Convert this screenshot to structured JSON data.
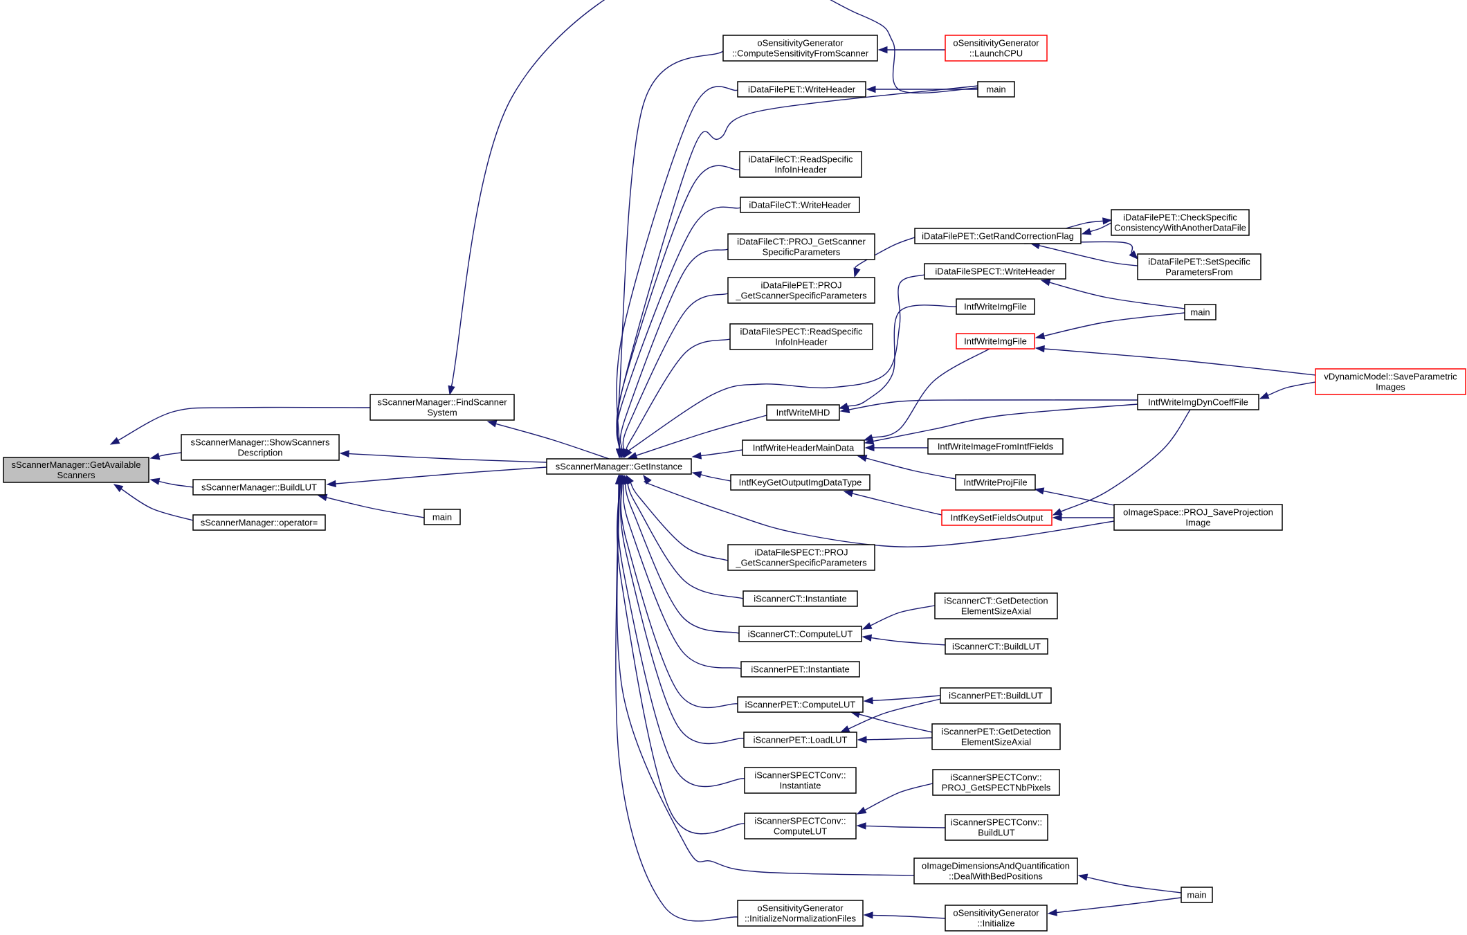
{
  "title": "",
  "nodes": [
    {
      "id": "root",
      "lines": [
        "sScannerManager::GetAvailable",
        "Scanners"
      ],
      "root": true
    },
    {
      "id": "findscanner",
      "lines": [
        "sScannerManager::FindScanner",
        "System"
      ]
    },
    {
      "id": "showscanners",
      "lines": [
        "sScannerManager::ShowScanners",
        "Description"
      ]
    },
    {
      "id": "buildlut",
      "lines": [
        "sScannerManager::BuildLUT"
      ]
    },
    {
      "id": "operator",
      "lines": [
        "sScannerManager::operator="
      ]
    },
    {
      "id": "main_buildlut",
      "lines": [
        "main"
      ]
    },
    {
      "id": "getinstance",
      "lines": [
        "sScannerManager::GetInstance"
      ]
    },
    {
      "id": "osens_compute",
      "lines": [
        "oSensitivityGenerator",
        "::ComputeSensitivityFromScanner"
      ]
    },
    {
      "id": "osens_launch",
      "lines": [
        "oSensitivityGenerator",
        "::LaunchCPU"
      ],
      "red": true
    },
    {
      "id": "main_top",
      "lines": [
        "main"
      ]
    },
    {
      "id": "pet_writeheader",
      "lines": [
        "iDataFilePET::WriteHeader"
      ]
    },
    {
      "id": "ct_readspecific",
      "lines": [
        "iDataFileCT::ReadSpecific",
        "InfoInHeader"
      ]
    },
    {
      "id": "ct_writeheader",
      "lines": [
        "iDataFileCT::WriteHeader"
      ]
    },
    {
      "id": "ct_proj",
      "lines": [
        "iDataFileCT::PROJ_GetScanner",
        "SpecificParameters"
      ]
    },
    {
      "id": "pet_proj",
      "lines": [
        "iDataFilePET::PROJ",
        "_GetScannerSpecificParameters"
      ]
    },
    {
      "id": "spect_readspecific",
      "lines": [
        "iDataFileSPECT::ReadSpecific",
        "InfoInHeader"
      ]
    },
    {
      "id": "intf_writemhd",
      "lines": [
        "IntfWriteMHD"
      ]
    },
    {
      "id": "intf_writeheadermain",
      "lines": [
        "IntfWriteHeaderMainData"
      ]
    },
    {
      "id": "intfkey_getoutput",
      "lines": [
        "IntfKeyGetOutputImgDataType"
      ]
    },
    {
      "id": "spect_proj",
      "lines": [
        "iDataFileSPECT::PROJ",
        "_GetScannerSpecificParameters"
      ]
    },
    {
      "id": "ct_instantiate",
      "lines": [
        "iScannerCT::Instantiate"
      ]
    },
    {
      "id": "ct_computelut",
      "lines": [
        "iScannerCT::ComputeLUT"
      ]
    },
    {
      "id": "pet_instantiate",
      "lines": [
        "iScannerPET::Instantiate"
      ]
    },
    {
      "id": "pet_computelut",
      "lines": [
        "iScannerPET::ComputeLUT"
      ]
    },
    {
      "id": "pet_loadlut",
      "lines": [
        "iScannerPET::LoadLUT"
      ]
    },
    {
      "id": "spectconv_instantiate",
      "lines": [
        "iScannerSPECTConv::",
        "Instantiate"
      ]
    },
    {
      "id": "spectconv_computelut",
      "lines": [
        "iScannerSPECTConv::",
        "ComputeLUT"
      ]
    },
    {
      "id": "osens_initnorm",
      "lines": [
        "oSensitivityGenerator",
        "::InitializeNormalizationFiles"
      ]
    },
    {
      "id": "pet_getrand",
      "lines": [
        "iDataFilePET::GetRandCorrectionFlag"
      ]
    },
    {
      "id": "pet_checkspecific",
      "lines": [
        "iDataFilePET::CheckSpecific",
        "ConsistencyWithAnotherDataFile"
      ]
    },
    {
      "id": "pet_setspecific",
      "lines": [
        "iDataFilePET::SetSpecific",
        "ParametersFrom"
      ]
    },
    {
      "id": "spect_writeheader",
      "lines": [
        "iDataFileSPECT::WriteHeader"
      ]
    },
    {
      "id": "main_mid",
      "lines": [
        "main"
      ]
    },
    {
      "id": "intf_writeimgfile1",
      "lines": [
        "IntfWriteImgFile"
      ]
    },
    {
      "id": "intf_writeimgfile2",
      "lines": [
        "IntfWriteImgFile"
      ],
      "red": true
    },
    {
      "id": "vdyn_save",
      "lines": [
        "vDynamicModel::SaveParametric",
        "Images"
      ],
      "red": true
    },
    {
      "id": "intf_dyncoeff",
      "lines": [
        "IntfWriteImgDynCoeffFile"
      ]
    },
    {
      "id": "intf_imagefromfields",
      "lines": [
        "IntfWriteImageFromIntfFields"
      ]
    },
    {
      "id": "intf_writeproj",
      "lines": [
        "IntfWriteProjFile"
      ]
    },
    {
      "id": "intfkey_setfields",
      "lines": [
        "IntfKeySetFieldsOutput"
      ],
      "red": true
    },
    {
      "id": "oimage_saveproj",
      "lines": [
        "oImageSpace::PROJ_SaveProjection",
        "Image"
      ]
    },
    {
      "id": "ct_getdetection",
      "lines": [
        "iScannerCT::GetDetection",
        "ElementSizeAxial"
      ]
    },
    {
      "id": "ct_buildlut",
      "lines": [
        "iScannerCT::BuildLUT"
      ]
    },
    {
      "id": "pet_buildlut",
      "lines": [
        "iScannerPET::BuildLUT"
      ]
    },
    {
      "id": "pet_getdetection",
      "lines": [
        "iScannerPET::GetDetection",
        "ElementSizeAxial"
      ]
    },
    {
      "id": "spectconv_getnb",
      "lines": [
        "iScannerSPECTConv::",
        "PROJ_GetSPECTNbPixels"
      ]
    },
    {
      "id": "spectconv_buildlut",
      "lines": [
        "iScannerSPECTConv::",
        "BuildLUT"
      ]
    },
    {
      "id": "oimagedim_deal",
      "lines": [
        "oImageDimensionsAndQuantification",
        "::DealWithBedPositions"
      ]
    },
    {
      "id": "osens_initialize",
      "lines": [
        "oSensitivityGenerator",
        "::Initialize"
      ]
    },
    {
      "id": "main_bottom",
      "lines": [
        "main"
      ]
    }
  ],
  "edges": [
    {
      "from": "findscanner",
      "to": "root"
    },
    {
      "from": "showscanners",
      "to": "root"
    },
    {
      "from": "buildlut",
      "to": "root"
    },
    {
      "from": "operator",
      "to": "root"
    },
    {
      "from": "main_buildlut",
      "to": "buildlut"
    },
    {
      "from": "getinstance",
      "to": "findscanner"
    },
    {
      "from": "getinstance",
      "to": "showscanners"
    },
    {
      "from": "getinstance",
      "to": "buildlut"
    },
    {
      "from": "main_top",
      "to": "findscanner"
    },
    {
      "from": "osens_compute",
      "to": "getinstance"
    },
    {
      "from": "pet_writeheader",
      "to": "getinstance"
    },
    {
      "from": "main_top",
      "to": "getinstance"
    },
    {
      "from": "ct_readspecific",
      "to": "getinstance"
    },
    {
      "from": "ct_writeheader",
      "to": "getinstance"
    },
    {
      "from": "ct_proj",
      "to": "getinstance"
    },
    {
      "from": "pet_proj",
      "to": "getinstance"
    },
    {
      "from": "spect_readspecific",
      "to": "getinstance"
    },
    {
      "from": "spect_writeheader",
      "to": "getinstance"
    },
    {
      "from": "intf_writemhd",
      "to": "getinstance"
    },
    {
      "from": "intf_writeheadermain",
      "to": "getinstance"
    },
    {
      "from": "intfkey_getoutput",
      "to": "getinstance"
    },
    {
      "from": "oimage_saveproj",
      "to": "getinstance"
    },
    {
      "from": "spect_proj",
      "to": "getinstance"
    },
    {
      "from": "ct_instantiate",
      "to": "getinstance"
    },
    {
      "from": "ct_computelut",
      "to": "getinstance"
    },
    {
      "from": "pet_instantiate",
      "to": "getinstance"
    },
    {
      "from": "pet_computelut",
      "to": "getinstance"
    },
    {
      "from": "pet_loadlut",
      "to": "getinstance"
    },
    {
      "from": "spectconv_instantiate",
      "to": "getinstance"
    },
    {
      "from": "spectconv_computelut",
      "to": "getinstance"
    },
    {
      "from": "oimagedim_deal",
      "to": "getinstance"
    },
    {
      "from": "osens_initnorm",
      "to": "getinstance"
    },
    {
      "from": "osens_launch",
      "to": "osens_compute"
    },
    {
      "from": "main_top",
      "to": "pet_writeheader"
    },
    {
      "from": "pet_getrand",
      "to": "pet_proj"
    },
    {
      "from": "pet_checkspecific",
      "to": "pet_getrand"
    },
    {
      "from": "pet_setspecific",
      "to": "pet_getrand"
    },
    {
      "from": "pet_getrand",
      "to": "pet_checkspecific"
    },
    {
      "from": "pet_getrand",
      "to": "pet_setspecific"
    },
    {
      "from": "main_mid",
      "to": "spect_writeheader"
    },
    {
      "from": "main_mid",
      "to": "intf_writeimgfile2"
    },
    {
      "from": "intf_writeimgfile1",
      "to": "intf_writemhd"
    },
    {
      "from": "intf_dyncoeff",
      "to": "intf_writemhd"
    },
    {
      "from": "vdyn_save",
      "to": "intf_writeimgfile2"
    },
    {
      "from": "vdyn_save",
      "to": "intf_dyncoeff"
    },
    {
      "from": "intf_writeimgfile2",
      "to": "intf_writeheadermain"
    },
    {
      "from": "intf_dyncoeff",
      "to": "intf_writeheadermain"
    },
    {
      "from": "intf_imagefromfields",
      "to": "intf_writeheadermain"
    },
    {
      "from": "intf_writeproj",
      "to": "intf_writeheadermain"
    },
    {
      "from": "intfkey_setfields",
      "to": "intfkey_getoutput"
    },
    {
      "from": "oimage_saveproj",
      "to": "intf_writeproj"
    },
    {
      "from": "oimage_saveproj",
      "to": "intfkey_setfields"
    },
    {
      "from": "intf_dyncoeff",
      "to": "intfkey_setfields"
    },
    {
      "from": "ct_getdetection",
      "to": "ct_computelut"
    },
    {
      "from": "ct_buildlut",
      "to": "ct_computelut"
    },
    {
      "from": "pet_buildlut",
      "to": "pet_computelut"
    },
    {
      "from": "pet_getdetection",
      "to": "pet_computelut"
    },
    {
      "from": "pet_buildlut",
      "to": "pet_loadlut"
    },
    {
      "from": "pet_getdetection",
      "to": "pet_loadlut"
    },
    {
      "from": "spectconv_getnb",
      "to": "spectconv_computelut"
    },
    {
      "from": "spectconv_buildlut",
      "to": "spectconv_computelut"
    },
    {
      "from": "main_bottom",
      "to": "oimagedim_deal"
    },
    {
      "from": "osens_initialize",
      "to": "osens_initnorm"
    },
    {
      "from": "main_bottom",
      "to": "osens_initialize"
    }
  ]
}
